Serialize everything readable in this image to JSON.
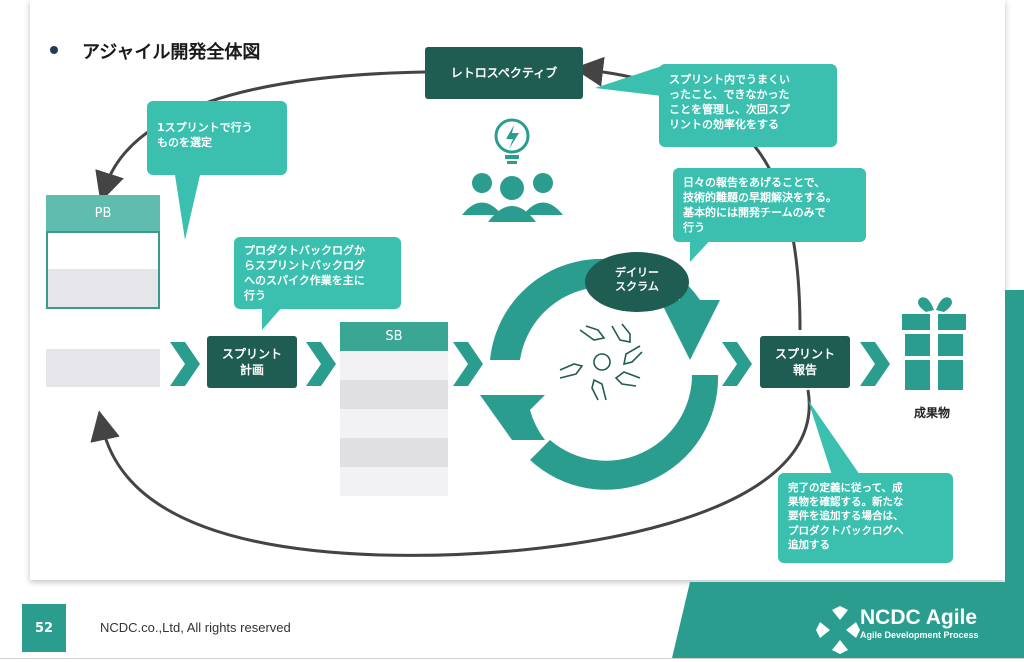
{
  "page": {
    "title": "アジャイル開発全体図",
    "page_number": "52",
    "copyright": "NCDC.co.,Ltd, All rights reserved",
    "brand_name": "NCDC Agile",
    "brand_tagline": "Agile Development Process"
  },
  "nodes": {
    "retrospective": "レトロスペクティブ",
    "pb": "PB",
    "sb": "SB",
    "sprint_planning_line1": "スプリント",
    "sprint_planning_line2": "計画",
    "daily_scrum_line1": "デイリー",
    "daily_scrum_line2": "スクラム",
    "sprint_review_line1": "スプリント",
    "sprint_review_line2": "報告",
    "deliverable": "成果物"
  },
  "callouts": {
    "select_items": [
      "1スプリントで行う",
      "ものを選定"
    ],
    "retro_note": [
      "スプリント内でうまくい",
      "ったこと、できなかった",
      "ことを管理し、次回スプ",
      "リントの効率化をする"
    ],
    "daily_note": [
      "日々の報告をあげることで、",
      "技術的難題の早期解決をする。",
      "基本的には開発チームのみで",
      "行う"
    ],
    "planning_note": [
      "プロダクトバックログか",
      "らスプリントバックログ",
      "へのスパイク作業を主に",
      "行う"
    ],
    "review_note": [
      "完了の定義に従って、成",
      "果物を確認する。新たな",
      "要件を追加する場合は、",
      "プロダクトバックログへ",
      "追加する"
    ]
  },
  "colors": {
    "dark_teal": "#1f5c52",
    "teal": "#2a9d8f",
    "light_teal": "#3bbfae",
    "header_teal": "#5fbcae",
    "row_gray": "#e6e6ea"
  },
  "icons": [
    "lightbulb-icon",
    "team-icon",
    "hands-icon",
    "gift-icon",
    "ncdc-logo-icon"
  ]
}
